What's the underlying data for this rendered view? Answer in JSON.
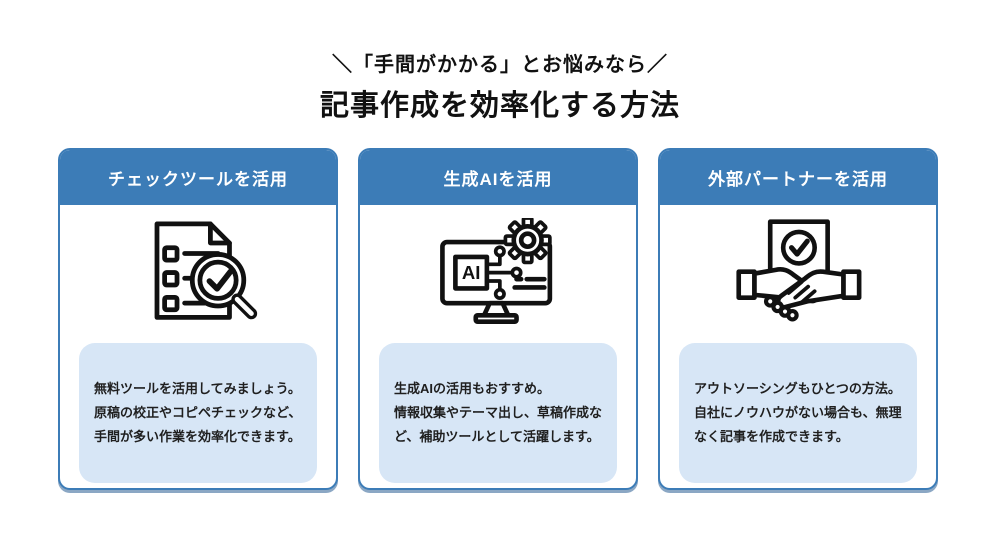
{
  "colors": {
    "blue": "#3c7cb7",
    "blue_dark": "#2c5f93",
    "box_blue": "#d7e6f6",
    "ink": "#111111",
    "body_ink": "#1f1f1f"
  },
  "header": {
    "tagline": "＼「手間がかかる」とお悩みなら／",
    "title": "記事作成を効率化する方法"
  },
  "cards": [
    {
      "header": "チェックツールを活用",
      "icon": "checklist-magnifier-icon",
      "lines": [
        "無料ツールを活用してみましょう。",
        "原稿の校正やコピペチェックなど、",
        "手間が多い作業を効率化できます。"
      ]
    },
    {
      "header": "生成AIを活用",
      "icon": "ai-monitor-gear-icon",
      "icon_label": "AI",
      "lines": [
        "生成AIの活用もおすすめ。",
        "情報収集やテーマ出し、草稿作成な",
        "ど、補助ツールとして活躍します。"
      ]
    },
    {
      "header": "外部パートナーを活用",
      "icon": "handshake-check-icon",
      "lines": [
        "アウトソーシングもひとつの方法。",
        "自社にノウハウがない場合も、無理",
        "なく記事を作成できます。"
      ]
    }
  ]
}
